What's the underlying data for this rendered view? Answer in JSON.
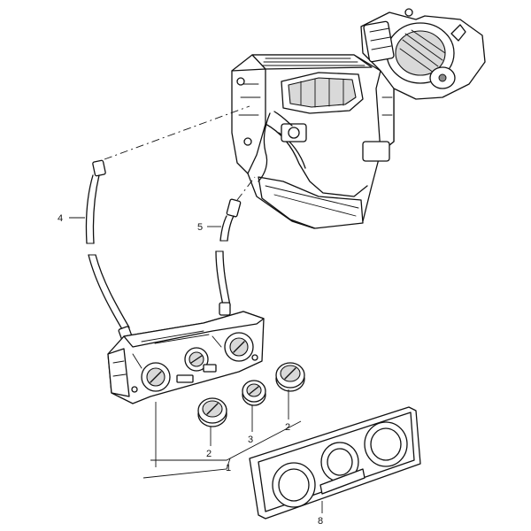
{
  "callouts": {
    "c1": "1",
    "c2a": "2",
    "c2b": "2",
    "c3": "3",
    "c4": "4",
    "c5": "5",
    "c8": "8"
  }
}
